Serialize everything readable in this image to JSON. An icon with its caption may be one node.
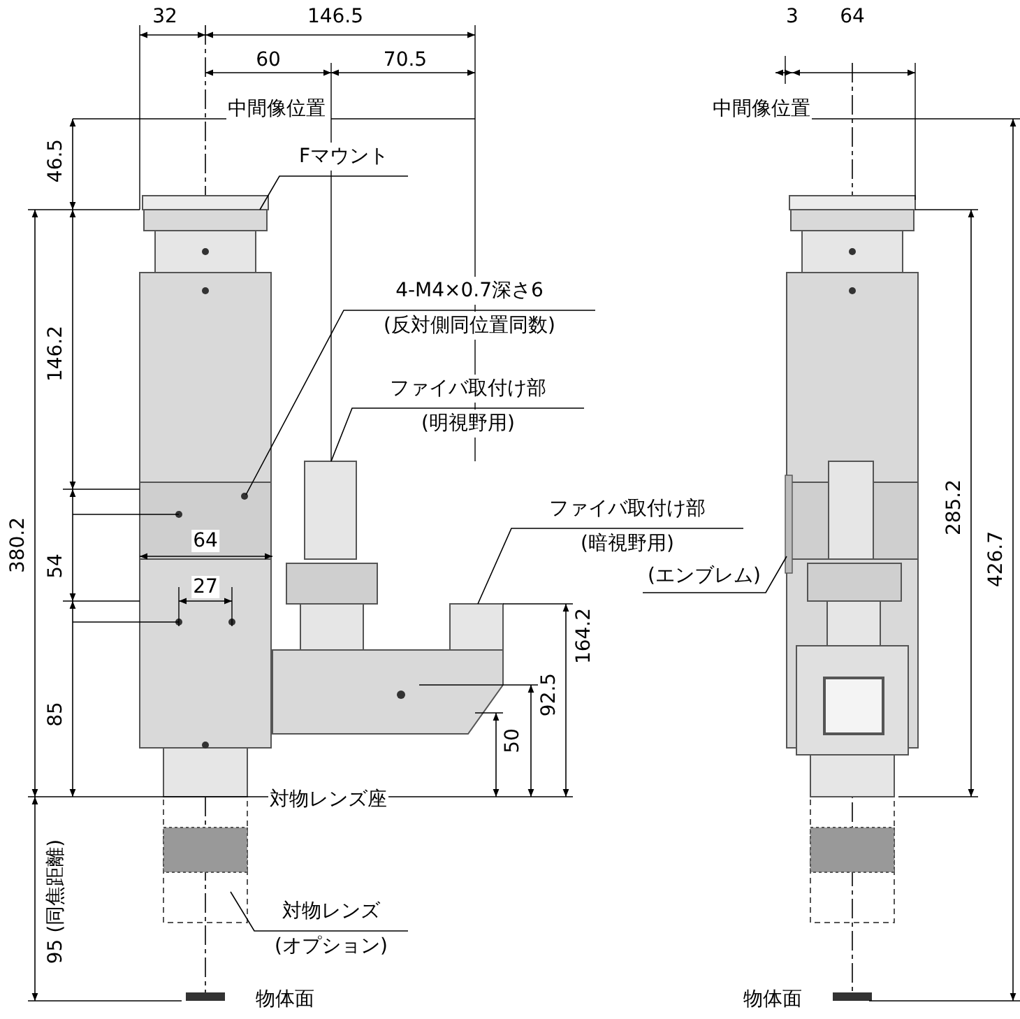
{
  "diagram": {
    "nodes": [
      {
        "text": [
          "Fマウント"
        ]
      },
      {
        "text": [
          "4-M4×0.7深さ6",
          "(反対側同位置同数)"
        ]
      },
      {
        "text": [
          "ファイバ取付け部",
          "(明視野用)"
        ]
      },
      {
        "text": [
          "ファイバ取付け部",
          "(暗視野用)"
        ]
      },
      {
        "text": [
          "対物レンズ",
          "(オプション)"
        ]
      },
      {
        "text": [
          "(エンブレム)"
        ]
      }
    ],
    "edges": [
      {
        "from": 0,
        "to": null,
        "arrow": "none"
      },
      {
        "from": 1,
        "to": null,
        "arrow": "none"
      },
      {
        "from": 2,
        "to": null,
        "arrow": "none"
      },
      {
        "from": 3,
        "to": null,
        "arrow": "none"
      },
      {
        "from": 4,
        "to": null,
        "arrow": "none"
      },
      {
        "from": 5,
        "to": null,
        "arrow": "none"
      }
    ],
    "labels": [
      "32",
      "146.5",
      "3",
      "64",
      "60",
      "70.5",
      "中間像位置",
      "中間像位置",
      "46.5",
      "146.2",
      "64",
      "54",
      "380.2",
      "27",
      "285.2",
      "426.7",
      "164.2",
      "92.5",
      "85",
      "50",
      "対物レンズ座",
      "95 (同焦距離)",
      "物体面",
      "物体面"
    ]
  }
}
